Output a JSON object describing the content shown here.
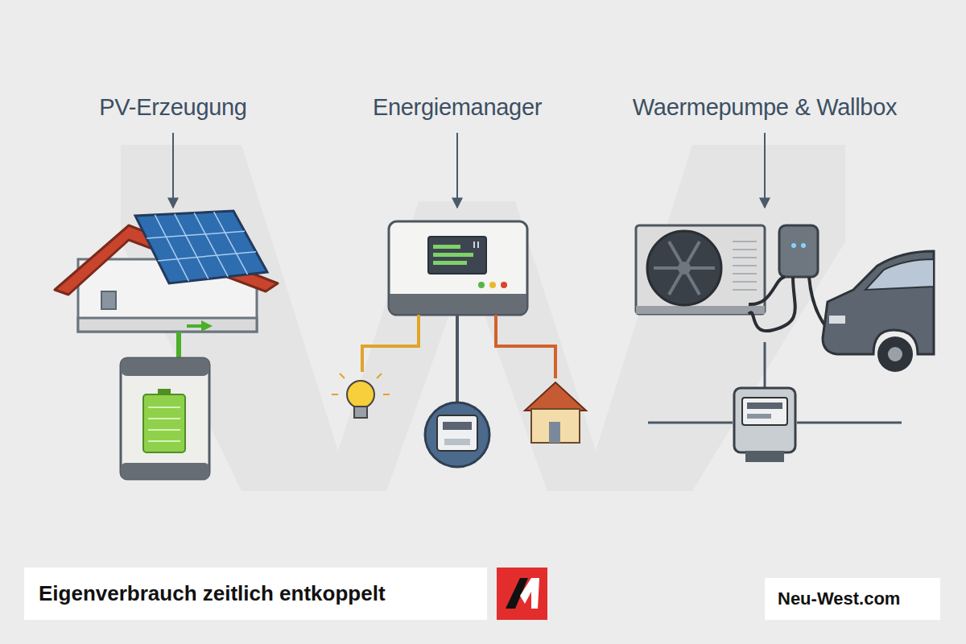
{
  "diagram": {
    "caption": "Eigenverbrauch zeitlich entkoppelt",
    "labels": [
      "PV-Erzeugung",
      "Energiemanager",
      "Waermepumpe & Wallbox",
      "Neu-West.com"
    ]
  }
}
